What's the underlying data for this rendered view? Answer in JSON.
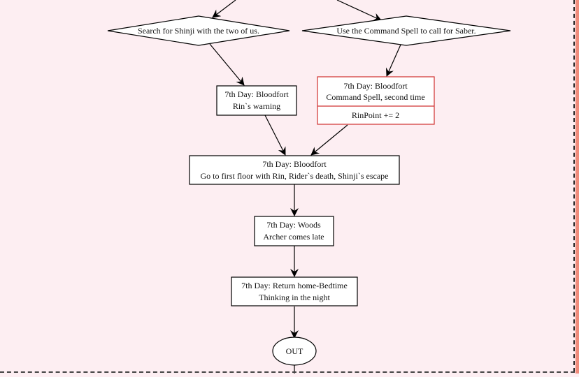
{
  "colors": {
    "background": "#fdeef2",
    "node_fill": "#ffffff",
    "node_stroke": "#000000",
    "highlight_stroke": "#d03030",
    "edge": "#000000",
    "page_strip": "#f08c7c"
  },
  "nodes": {
    "choice_search": {
      "shape": "diamond",
      "label": "Search for Shinji with the two of us."
    },
    "choice_command": {
      "shape": "diamond",
      "label": "Use the Command Spell to call for Saber."
    },
    "rins_warning": {
      "shape": "box",
      "line1": "7th Day: Bloodfort",
      "line2": "Rin`s warning"
    },
    "command_spell_second": {
      "shape": "record-highlight",
      "line1": "7th Day: Bloodfort",
      "line2": "Command Spell, second time",
      "effect": "RinPoint += 2"
    },
    "first_floor": {
      "shape": "box",
      "line1": "7th Day: Bloodfort",
      "line2": "Go to first floor with Rin, Rider`s death, Shinji`s escape"
    },
    "woods": {
      "shape": "box",
      "line1": "7th Day: Woods",
      "line2": "Archer comes late"
    },
    "return_home": {
      "shape": "box",
      "line1": "7th Day: Return home-Bedtime",
      "line2": "Thinking in the night"
    },
    "out": {
      "shape": "ellipse",
      "label": "OUT"
    }
  },
  "edges": [
    {
      "from": "(offscreen)",
      "to": "choice_search"
    },
    {
      "from": "(offscreen)",
      "to": "choice_command"
    },
    {
      "from": "choice_search",
      "to": "rins_warning"
    },
    {
      "from": "choice_command",
      "to": "command_spell_second"
    },
    {
      "from": "rins_warning",
      "to": "first_floor"
    },
    {
      "from": "command_spell_second",
      "to": "first_floor"
    },
    {
      "from": "first_floor",
      "to": "woods"
    },
    {
      "from": "woods",
      "to": "return_home"
    },
    {
      "from": "return_home",
      "to": "out"
    },
    {
      "from": "out",
      "to": "(offscreen)"
    }
  ]
}
